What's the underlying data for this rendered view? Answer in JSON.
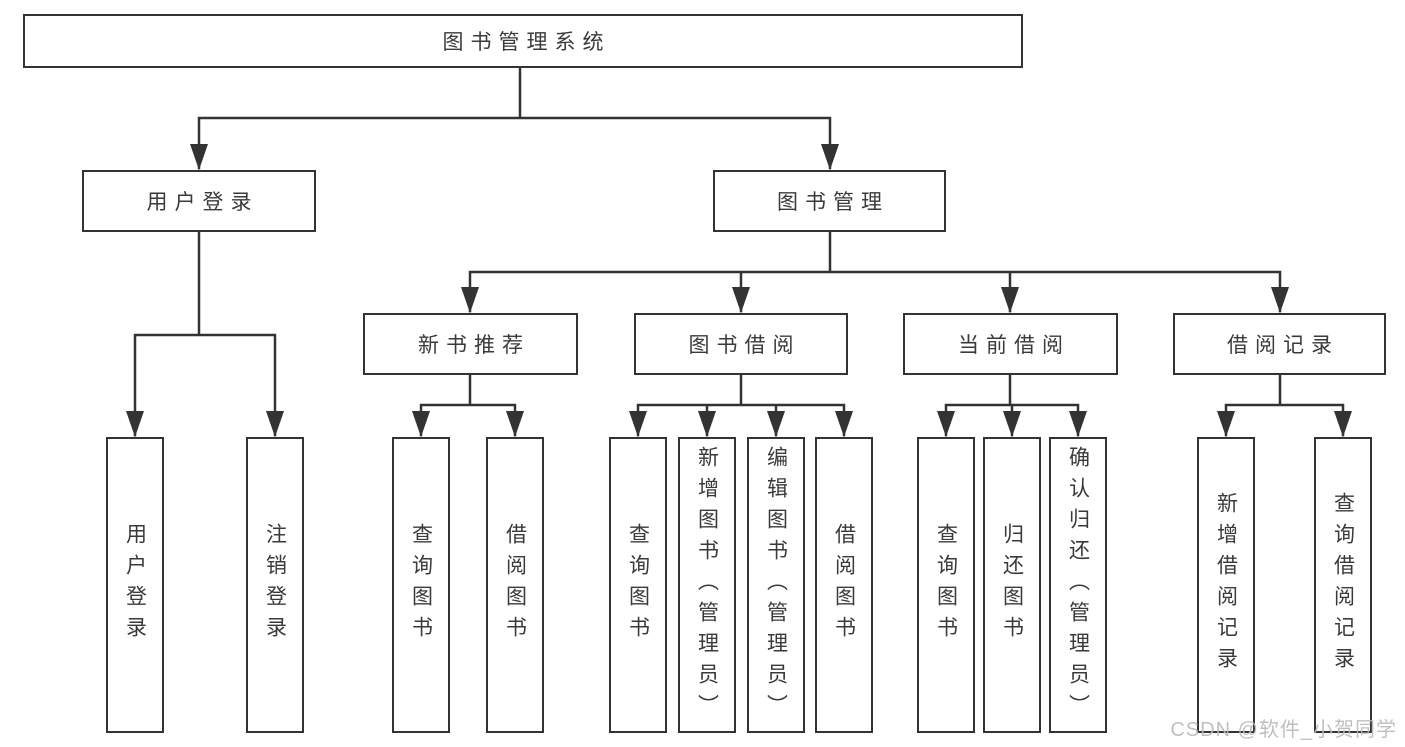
{
  "diagram_title": "图书管理系统",
  "watermark": "CSDN @软件_小贺同学",
  "colors": {
    "line": "#333333",
    "box_background": "#ffffff",
    "text": "#3a3a3a",
    "watermark": "#b9b9b9"
  },
  "nodes": {
    "root": "图书管理系统",
    "user_login": "用户登录",
    "book_mgmt": "图书管理",
    "new_rec": "新书推荐",
    "book_borrow": "图书借阅",
    "current_borrow": "当前借阅",
    "borrow_record": "借阅记录",
    "leaf_user_login": "用户登录",
    "leaf_logout": "注销登录",
    "leaf_rec_query": "查询图书",
    "leaf_rec_borrow": "借阅图书",
    "leaf_bb_query": "查询图书",
    "leaf_bb_add": "新增图书（管理员）",
    "leaf_bb_edit": "编辑图书（管理员）",
    "leaf_bb_borrow": "借阅图书",
    "leaf_cb_query": "查询图书",
    "leaf_cb_return": "归还图书",
    "leaf_cb_confirm": "确认归还（管理员）",
    "leaf_br_add": "新增借阅记录",
    "leaf_br_query": "查询借阅记录"
  },
  "structure": {
    "root": [
      "user_login",
      "book_mgmt"
    ],
    "user_login": [
      "leaf_user_login",
      "leaf_logout"
    ],
    "book_mgmt": [
      "new_rec",
      "book_borrow",
      "current_borrow",
      "borrow_record"
    ],
    "new_rec": [
      "leaf_rec_query",
      "leaf_rec_borrow"
    ],
    "book_borrow": [
      "leaf_bb_query",
      "leaf_bb_add",
      "leaf_bb_edit",
      "leaf_bb_borrow"
    ],
    "current_borrow": [
      "leaf_cb_query",
      "leaf_cb_return",
      "leaf_cb_confirm"
    ],
    "borrow_record": [
      "leaf_br_add",
      "leaf_br_query"
    ]
  }
}
